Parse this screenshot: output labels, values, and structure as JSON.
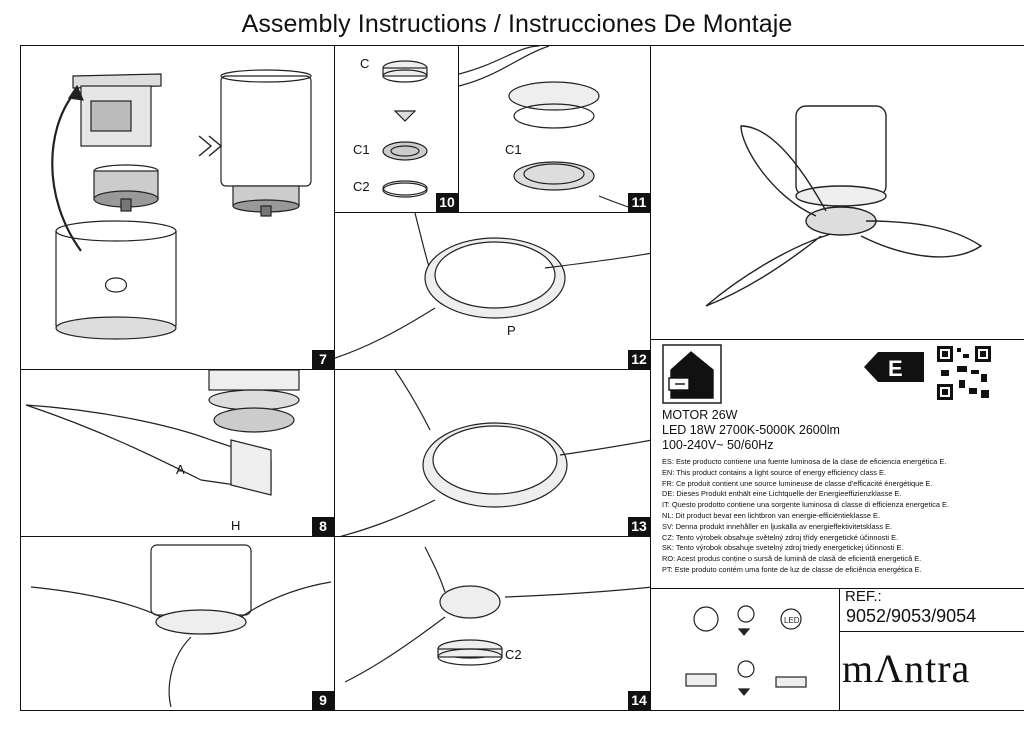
{
  "title": "Assembly Instructions / Instrucciones De Montaje",
  "steps": {
    "s7": "7",
    "s8": "8",
    "s9": "9",
    "s10": "10",
    "s11": "11",
    "s12": "12",
    "s13": "13",
    "s14": "14"
  },
  "labels": {
    "c": "C",
    "c1": "C1",
    "c2": "C2",
    "c1b": "C1",
    "p": "P",
    "a": "A",
    "h": "H",
    "c2b": "C2"
  },
  "specs": {
    "motor": "MOTOR 26W",
    "led": "LED 18W 2700K-5000K 2600lm",
    "voltage": "100-240V~ 50/60Hz"
  },
  "energy_class": "E",
  "languages": [
    "ES: Este producto contiene una fuente luminosa de la clase de eficiencia energética E.",
    "EN: This product contains a light source of energy efficiency class E.",
    "FR: Ce produit contient une source lumineuse de classe d'efficacité énergétique E.",
    "DE: Dieses Produkt enthält eine Lichtquelle der Energieeffizienzklasse E.",
    "IT: Questo prodotto contiene una sorgente luminosa di classe di efficienza energetica E.",
    "NL: Dit product bevat een lichtbron van energie-efficiëntieklasse E.",
    "SV: Denna produkt innehåller en ljuskälla av energieffektivitetsklass E.",
    "CZ: Tento výrobek obsahuje světelný zdroj třídy energetické účinnosti E.",
    "SK: Tento výrobok obsahuje svetelný zdroj triedy energetickej účinnosti E.",
    "RO: Acest produs conține o sursă de lumină de clasă de eficiență energetică E.",
    "PT: Este produto contém uma fonte de luz de classe de eficiência energética E."
  ],
  "ref_label": "REF.:",
  "ref_numbers": "9052/9053/9054",
  "brand": "mΛntra",
  "icons": [
    "house-arrow-icon",
    "qr-code-icon",
    "led-replace-icon",
    "driver-replace-icon"
  ]
}
